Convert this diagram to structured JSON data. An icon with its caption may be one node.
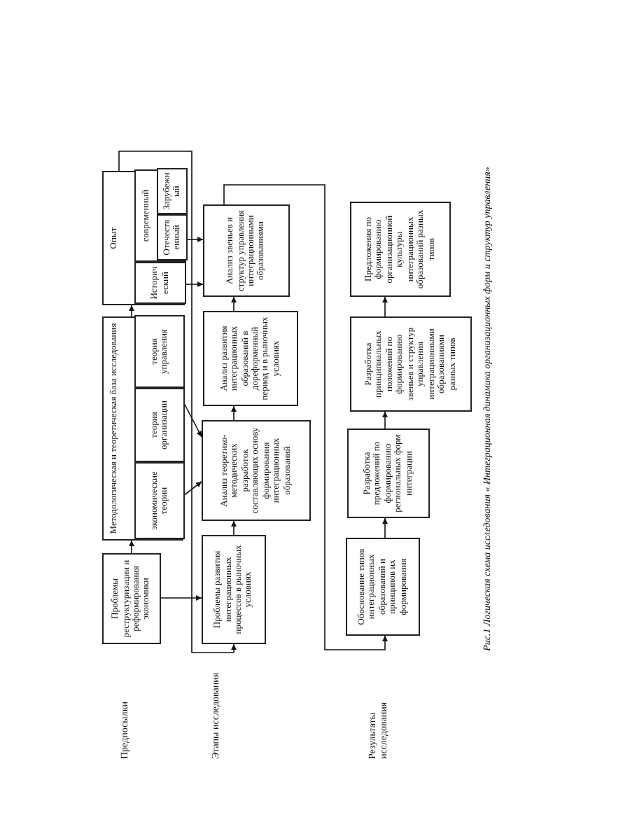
{
  "diagram": {
    "caption": "Рис.1 Логическая схема исследования « Интеграционная динамика организационных форм и структур управления»",
    "nodes": [
      {
        "text": [
          "Проблемы реструктуризации и реформирования экономики"
        ]
      },
      {
        "text": [
          "Методологическая и теоретическая база исследования"
        ]
      },
      {
        "text": [
          "экономические теории"
        ],
        "in": 1
      },
      {
        "text": [
          "теория организации"
        ],
        "in": 1
      },
      {
        "text": [
          "теория управления"
        ],
        "in": 1
      },
      {
        "text": [
          "Опыт"
        ]
      },
      {
        "text": [
          "Исторический"
        ],
        "in": 5
      },
      {
        "text": [
          "современный"
        ],
        "in": 5
      },
      {
        "text": [
          "Отечественный"
        ],
        "in": 7
      },
      {
        "text": [
          "Зарубежный"
        ],
        "in": 7
      },
      {
        "text": [
          "Проблемы развития интеграционных процессов в рыночных условиях"
        ]
      },
      {
        "text": [
          "Анализ теоретико-методических разработок составляющих основу формирования интеграционных образований"
        ]
      },
      {
        "text": [
          "Анализ развития интеграционных образований в дореформенный период и в рыночных условиях"
        ]
      },
      {
        "text": [
          "Анализ звеньев и структур управления интеграционными образованиями"
        ]
      },
      {
        "text": [
          "Обоснование типов интеграционных образований и принципов их формирования"
        ]
      },
      {
        "text": [
          "Разработка предложений по формированию региональных форм интеграции"
        ]
      },
      {
        "text": [
          "Разработка принципиальных положений по формированию звеньев и структур управления интеграционными образованиями разных типов"
        ]
      },
      {
        "text": [
          "Предложения по формированию организационной культуры интеграционных образований разных типов"
        ]
      }
    ],
    "edges": [
      {
        "from": 0,
        "to": 1,
        "arrow": "to"
      },
      {
        "from": 1,
        "to": 5,
        "arrow": "to"
      },
      {
        "from": 0,
        "to": 10,
        "arrow": "to"
      },
      {
        "from": 2,
        "to": 11,
        "arrow": "to"
      },
      {
        "from": 3,
        "to": 11,
        "arrow": "to"
      },
      {
        "from": 10,
        "to": 11,
        "arrow": "to"
      },
      {
        "from": 11,
        "to": 12,
        "arrow": "to"
      },
      {
        "from": 12,
        "to": 13,
        "arrow": "to"
      },
      {
        "from": 6,
        "to": 13,
        "arrow": "to"
      },
      {
        "from": 8,
        "to": 13,
        "arrow": "to"
      },
      {
        "from": 5,
        "to": 10,
        "arrow": "to"
      },
      {
        "from": 13,
        "to": 14,
        "arrow": "to"
      },
      {
        "from": 14,
        "to": 15,
        "arrow": "to"
      },
      {
        "from": 15,
        "to": 16,
        "arrow": "to"
      },
      {
        "from": 16,
        "to": 17,
        "arrow": "to"
      }
    ],
    "labels": [
      "Предпосылки",
      "Этапы исследования",
      "Результаты исследования"
    ]
  }
}
